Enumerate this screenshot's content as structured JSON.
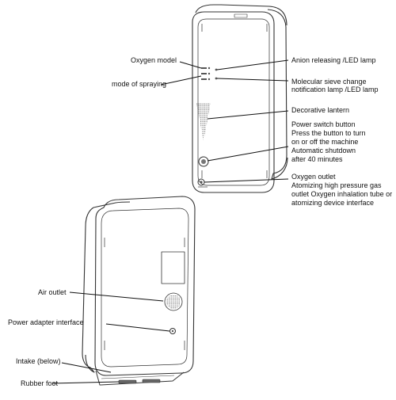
{
  "front_view": {
    "labels": {
      "oxygen_model": "Oxygen model",
      "mode_of_spraying": "mode of spraying",
      "anion_lamp": "Anion releasing /LED lamp",
      "sieve_lamp_line1": "Molecular sieve change",
      "sieve_lamp_line2": "notification lamp /LED lamp",
      "decorative_lantern": "Decorative lantern",
      "power_line1": "Power switch button",
      "power_line2": "Press the button to turn",
      "power_line3": "on or off the machine",
      "power_line4": "Automatic shutdown",
      "power_line5": "after 40 minutes",
      "outlet_line1": "Oxygen outlet",
      "outlet_line2": "Atomizing high pressure gas",
      "outlet_line3": "outlet Oxygen inhalation tube or",
      "outlet_line4": "atomizing device interface"
    }
  },
  "back_view": {
    "labels": {
      "air_outlet": "Air outlet",
      "power_adapter": "Power adapter interface",
      "intake": "Intake (below)",
      "rubber_foot": "Rubber foot"
    }
  }
}
